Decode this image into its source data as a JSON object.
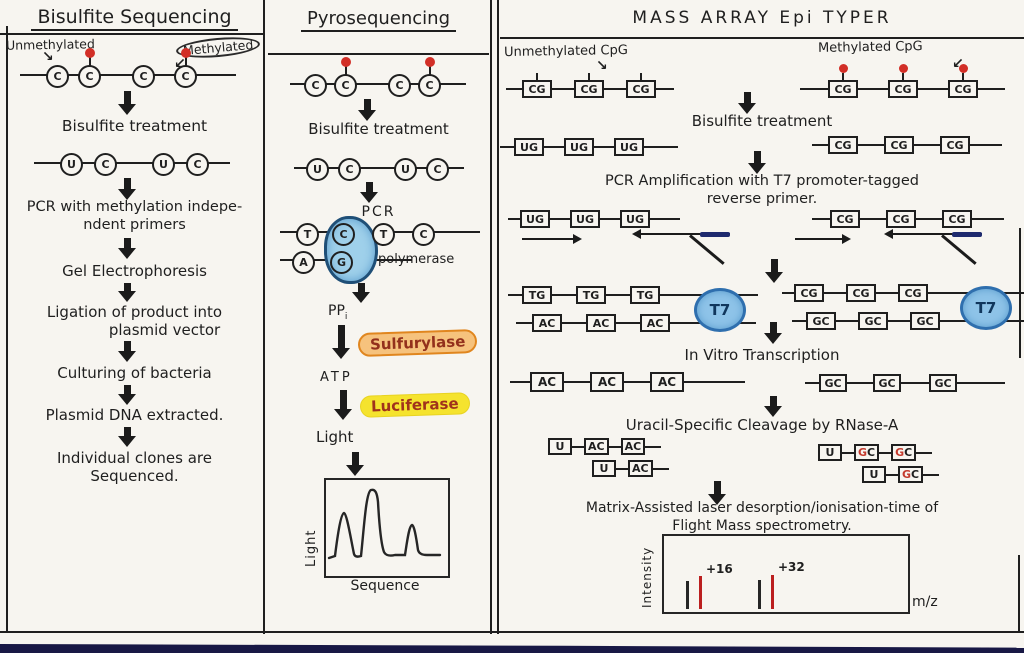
{
  "colors": {
    "ink": "#1f1f1f",
    "methyl_red": "#d22f27",
    "enzyme_blue": "#8ec3e8",
    "highlight_orange": "#f6c27d",
    "highlight_yellow": "#f5e32e",
    "fragment_red": "#c43b2e",
    "navy_edge": "#181845"
  },
  "left": {
    "title": "Bisulfite Sequencing",
    "unmethylated": "Unmethylated",
    "methylated": "Methylated",
    "strand1": [
      "C",
      "C",
      "C",
      "C"
    ],
    "treatment": "Bisulfite treatment",
    "strand2": [
      "U",
      "C",
      "U",
      "C"
    ],
    "pcr_line1": "PCR with methylation indepe-",
    "pcr_line2": "ndent primers",
    "gel": "Gel Electrophoresis",
    "ligation_line1": "Ligation of product into",
    "ligation_line2": "plasmid vector",
    "culturing": "Culturing of bacteria",
    "extracted": "Plasmid DNA extracted.",
    "clones_line1": "Individual clones are",
    "clones_line2": "Sequenced."
  },
  "mid": {
    "title": "Pyrosequencing",
    "strand1": [
      "C",
      "C",
      "C",
      "C"
    ],
    "treatment": "Bisulfite treatment",
    "strand2": [
      "U",
      "C",
      "U",
      "C"
    ],
    "pcr": "PCR",
    "pcr_top": [
      "T",
      "C",
      "T",
      "C"
    ],
    "pcr_bottom": [
      "A",
      "G"
    ],
    "polymerase": "polymerase",
    "ppi": "PP",
    "ppi_sub": "i",
    "sulfurylase": "Sulfurylase",
    "atp": "ATP",
    "luciferase": "Luciferase",
    "light": "Light",
    "chart": {
      "ylabel": "Light",
      "xlabel": "Sequence"
    }
  },
  "right": {
    "title": "MASS ARRAY Epi TYPER",
    "unmethylated": "Unmethylated CpG",
    "methylated": "Methylated CpG",
    "row1_left": [
      "CG",
      "CG",
      "CG"
    ],
    "row1_right": [
      "CG",
      "CG",
      "CG"
    ],
    "treatment": "Bisulfite treatment",
    "row2_left": [
      "UG",
      "UG",
      "UG"
    ],
    "row2_right": [
      "CG",
      "CG",
      "CG"
    ],
    "pcr_line1": "PCR Amplification with T7 promoter-tagged",
    "pcr_line2": "reverse primer.",
    "row3_left": [
      "UG",
      "UG",
      "UG"
    ],
    "row3_right": [
      "CG",
      "CG",
      "CG"
    ],
    "t7": "T7",
    "duplex_left_top": [
      "TG",
      "TG",
      "TG"
    ],
    "duplex_left_bottom": [
      "AC",
      "AC",
      "AC"
    ],
    "duplex_right_top": [
      "CG",
      "CG",
      "CG"
    ],
    "duplex_right_bottom": [
      "GC",
      "GC",
      "GC"
    ],
    "ivt": "In Vitro Transcription",
    "row5_left": [
      "AC",
      "AC",
      "AC"
    ],
    "row5_right": [
      "GC",
      "GC",
      "GC"
    ],
    "cleavage": "Uracil-Specific Cleavage by RNase-A",
    "frag_u": "U",
    "frag_ac": "AC",
    "frag_g": "G",
    "frag_c": "C",
    "maldi_line1": "Matrix-Assisted laser desorption/ionisation-time of",
    "maldi_line2": "Flight Mass spectrometry.",
    "chart": {
      "ylabel": "Intensity",
      "xlabel": "m/z",
      "peak1": "+16",
      "peak2": "+32"
    }
  },
  "chart_data": [
    {
      "type": "line",
      "title": "Pyrogram inset",
      "xlabel": "Sequence",
      "ylabel": "Light",
      "peaks_relative_height": [
        0.62,
        1.0,
        0.45
      ]
    },
    {
      "type": "bar",
      "title": "MALDI-TOF mass spectrum inset",
      "xlabel": "m/z",
      "ylabel": "Intensity",
      "annotations": [
        "+16",
        "+32"
      ],
      "peak_pairs": [
        {
          "label": "+16",
          "black_rel": 0.75,
          "red_rel": 0.88
        },
        {
          "label": "+32",
          "black_rel": 0.78,
          "red_rel": 0.92
        }
      ]
    }
  ]
}
